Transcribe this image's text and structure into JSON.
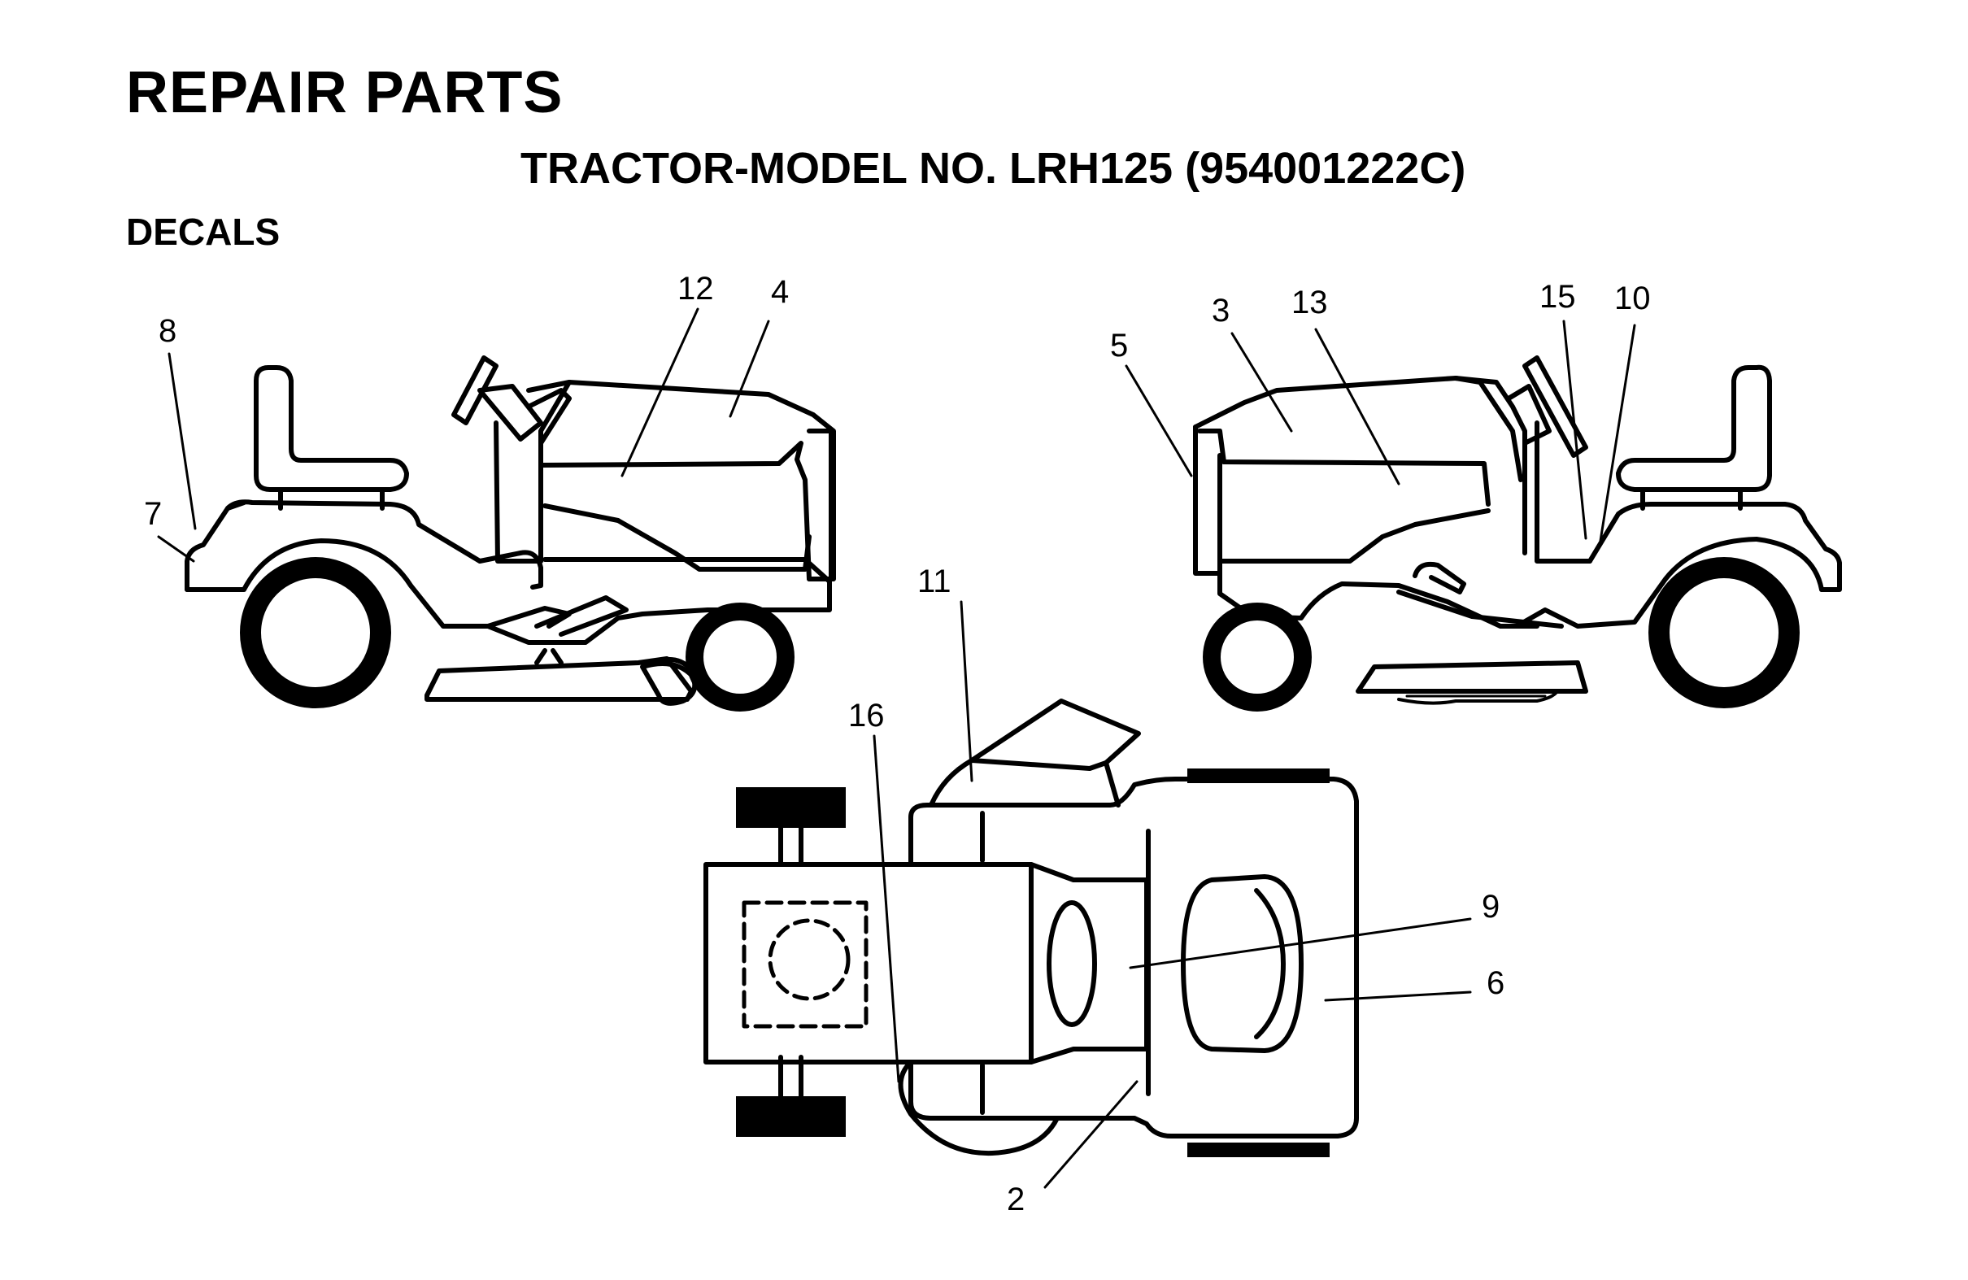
{
  "header": {
    "title": "REPAIR PARTS",
    "subtitle": "TRACTOR-MODEL NO. LRH125 (954001222C)",
    "section": "DECALS"
  },
  "callouts": {
    "c2": "2",
    "c3": "3",
    "c4": "4",
    "c5": "5",
    "c6": "6",
    "c7": "7",
    "c8": "8",
    "c9": "9",
    "c10": "10",
    "c11": "11",
    "c12": "12",
    "c13": "13",
    "c15": "15",
    "c16": "16"
  }
}
